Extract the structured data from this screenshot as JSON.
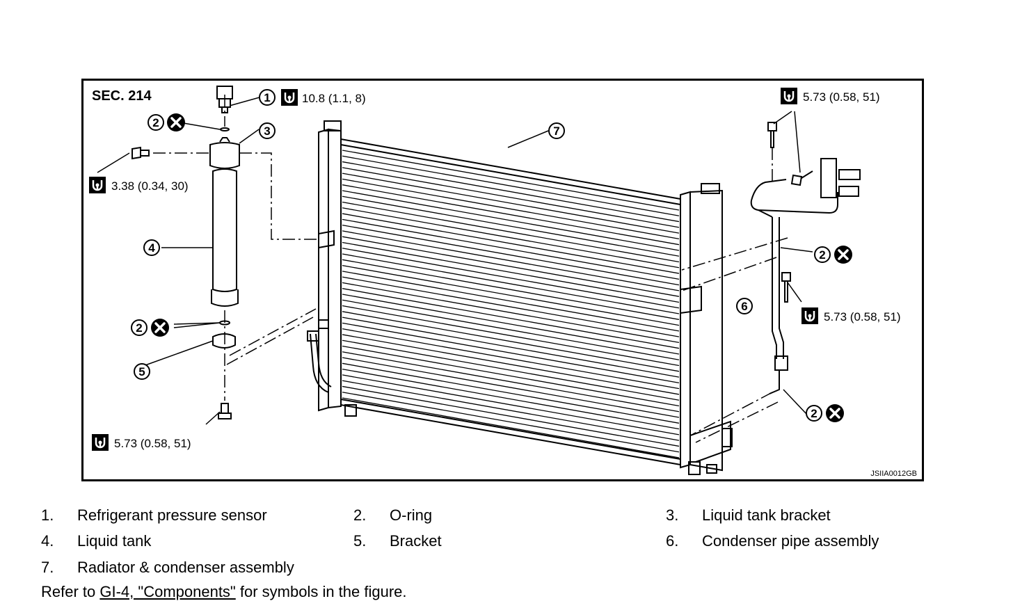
{
  "figure": {
    "section": "SEC. 214",
    "code": "JSIIA0012GB",
    "torques": {
      "sensor": "10.8 (1.1, 8)",
      "bracket_bolt": "3.38 (0.34, 30)",
      "bottom_bolt": "5.73 (0.58, 51)",
      "top_right_bolt": "5.73 (0.58, 51)",
      "mid_right_bolt": "5.73 (0.58, 51)"
    },
    "callouts": [
      "1",
      "2",
      "3",
      "4",
      "5",
      "6",
      "7"
    ]
  },
  "legend": [
    {
      "num": "1.",
      "label": "Refrigerant pressure sensor"
    },
    {
      "num": "2.",
      "label": "O-ring"
    },
    {
      "num": "3.",
      "label": "Liquid tank bracket"
    },
    {
      "num": "4.",
      "label": "Liquid tank"
    },
    {
      "num": "5.",
      "label": "Bracket"
    },
    {
      "num": "6.",
      "label": "Condenser pipe assembly"
    },
    {
      "num": "7.",
      "label": "Radiator & condenser assembly"
    }
  ],
  "footer": {
    "prefix": "Refer to ",
    "link_text": "GI-4, \"Components\"",
    "suffix": " for symbols in the figure."
  }
}
